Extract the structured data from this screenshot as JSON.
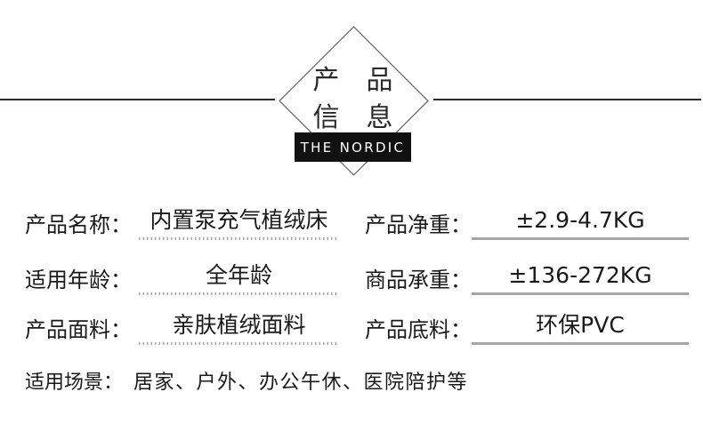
{
  "title_diamond": {
    "line1": "产　品",
    "line2": "信　息"
  },
  "brand_badge": {
    "text": "THE NORDIC",
    "bg_color": "#111111",
    "text_color": "#ffffff"
  },
  "specs": {
    "left": [
      {
        "label": "产品名称：",
        "value": "内置泵充气植绒床"
      },
      {
        "label": "适用年龄：",
        "value": "全年龄"
      },
      {
        "label": "产品面料：",
        "value": "亲肤植绒面料"
      }
    ],
    "right": [
      {
        "label": "产品净重：",
        "value": "±2.9-4.7KG"
      },
      {
        "label": "商品承重：",
        "value": "±136-272KG"
      },
      {
        "label": "产品底料：",
        "value": "环保PVC"
      }
    ],
    "bottom": {
      "label": "适用场景：",
      "value": "居家、户外、办公午休、医院陪护等"
    }
  },
  "colors": {
    "text": "#1a1a1a",
    "solid_underline": "#a6a6a6",
    "dotted_underline": "#a9a9a9",
    "divider_line": "#2b2b2b"
  }
}
